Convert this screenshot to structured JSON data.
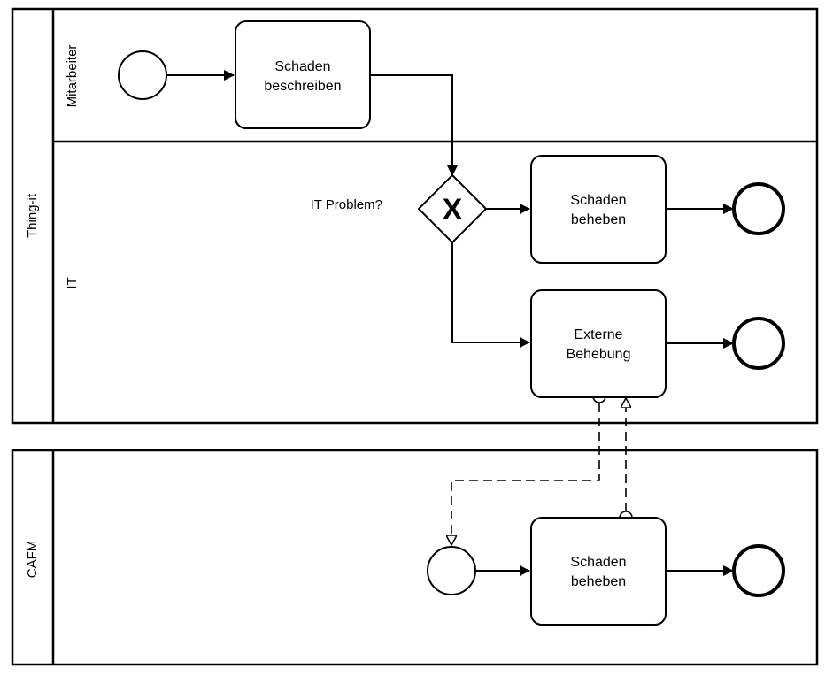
{
  "pools": [
    {
      "label": "Thing-it",
      "lanes": [
        {
          "label": "Mitarbeiter"
        },
        {
          "label": "IT"
        }
      ]
    },
    {
      "label": "CAFM",
      "lanes": []
    }
  ],
  "tasks": {
    "schaden_beschreiben": [
      "Schaden",
      "beschreiben"
    ],
    "schaden_beheben_it": [
      "Schaden",
      "beheben"
    ],
    "externe_behebung": [
      "Externe",
      "Behebung"
    ],
    "schaden_beheben_cafm": [
      "Schaden",
      "beheben"
    ]
  },
  "gateway": {
    "label": "IT Problem?",
    "symbol": "X"
  },
  "colors": {
    "stroke": "#000000",
    "fill": "#ffffff"
  }
}
